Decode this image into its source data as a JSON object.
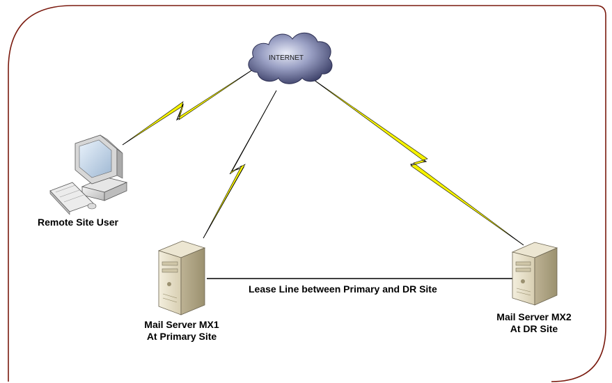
{
  "diagram": {
    "border_color": "#7a1a0e",
    "lightning_color": "#f5f200",
    "cloud_label": "INTERNET",
    "remote_user_label": "Remote Site User",
    "mx1_label_line1": "Mail Server MX1",
    "mx1_label_line2": "At Primary Site",
    "mx2_label_line1": "Mail Server MX2",
    "mx2_label_line2": "At DR Site",
    "lease_line_label": "Lease Line between Primary and DR Site",
    "icons": [
      "internet-cloud-icon",
      "desktop-computer-icon",
      "server-tower-icon"
    ]
  }
}
